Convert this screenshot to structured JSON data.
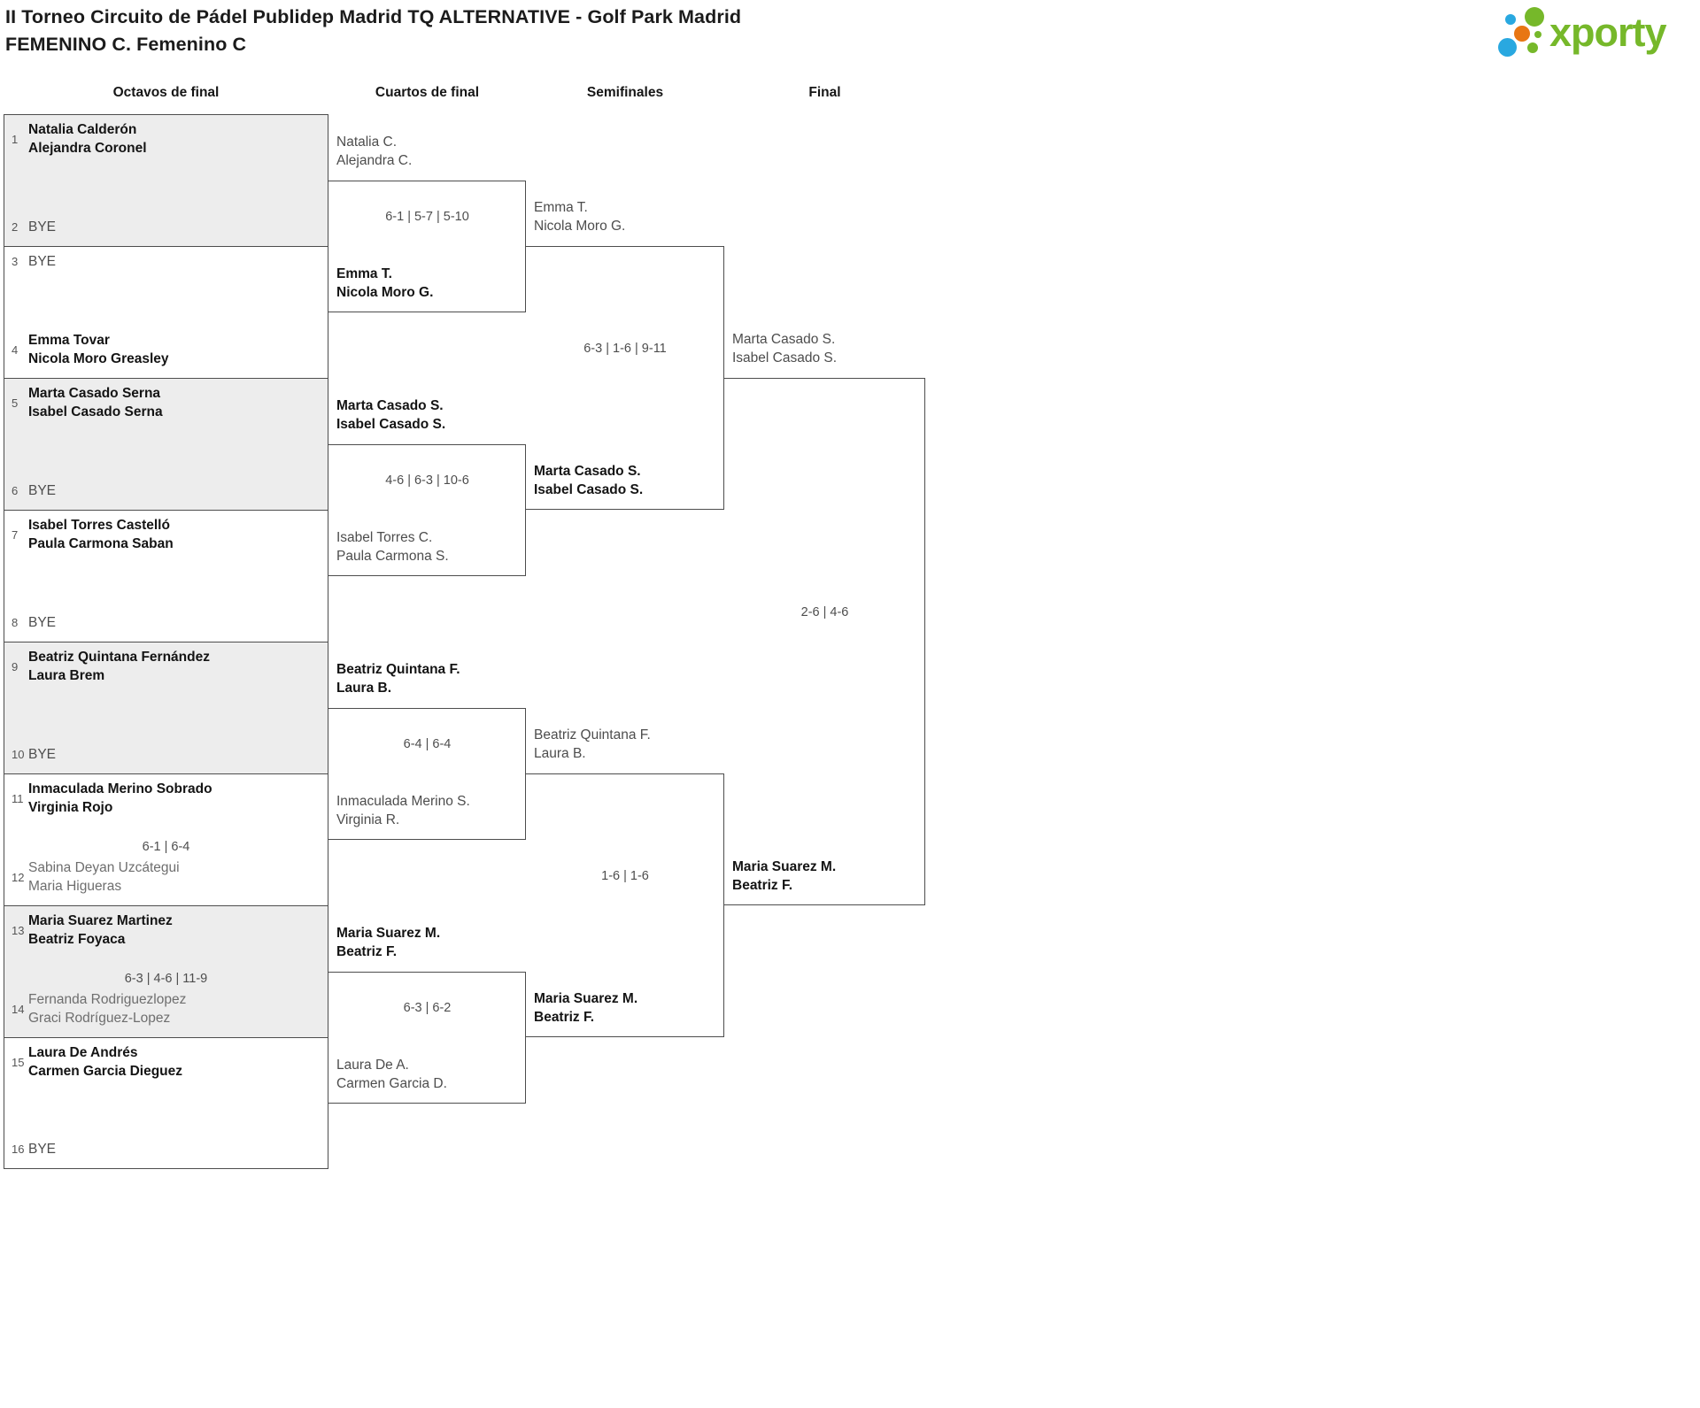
{
  "header": {
    "title_line1": "II Torneo Circuito de Pádel Publidep Madrid TQ ALTERNATIVE - Golf Park Madrid",
    "title_line2": "FEMENINO C. Femenino C",
    "logo_text": "xporty"
  },
  "round_headers": [
    "Octavos de final",
    "Cuartos de final",
    "Semifinales",
    "Final"
  ],
  "colors": {
    "logo_green": "#76b82a",
    "logo_blue": "#29a8e0",
    "logo_orange": "#e87613",
    "line": "#4d4d4d",
    "box_fill": "#ededed"
  },
  "bracket": {
    "round1": [
      {
        "top_seed": "1",
        "top_name": "Natalia Calderón\nAlejandra Coronel",
        "top_status": "winner",
        "bottom_seed": "2",
        "bottom_name": "BYE",
        "bottom_status": "bye",
        "score": ""
      },
      {
        "top_seed": "3",
        "top_name": "BYE",
        "top_status": "bye",
        "bottom_seed": "4",
        "bottom_name": "Emma Tovar\nNicola Moro Greasley",
        "bottom_status": "winner",
        "score": ""
      },
      {
        "top_seed": "5",
        "top_name": "Marta Casado Serna\nIsabel Casado Serna",
        "top_status": "winner",
        "bottom_seed": "6",
        "bottom_name": "BYE",
        "bottom_status": "bye",
        "score": ""
      },
      {
        "top_seed": "7",
        "top_name": "Isabel Torres Castelló\nPaula Carmona Saban",
        "top_status": "winner",
        "bottom_seed": "8",
        "bottom_name": "BYE",
        "bottom_status": "bye",
        "score": ""
      },
      {
        "top_seed": "9",
        "top_name": "Beatriz Quintana Fernández\nLaura Brem",
        "top_status": "winner",
        "bottom_seed": "10",
        "bottom_name": "BYE",
        "bottom_status": "bye",
        "score": ""
      },
      {
        "top_seed": "11",
        "top_name": "Inmaculada Merino Sobrado\nVirginia Rojo",
        "top_status": "winner",
        "bottom_seed": "12",
        "bottom_name": "Sabina Deyan Uzcátegui\nMaria Higueras",
        "bottom_status": "loser",
        "score": "6-1 | 6-4"
      },
      {
        "top_seed": "13",
        "top_name": "Maria Suarez Martinez\nBeatriz Foyaca",
        "top_status": "winner",
        "bottom_seed": "14",
        "bottom_name": "Fernanda Rodriguezlopez\nGraci Rodríguez-Lopez",
        "bottom_status": "loser",
        "score": "6-3 | 4-6 | 11-9"
      },
      {
        "top_seed": "15",
        "top_name": "Laura De Andrés\nCarmen Garcia Dieguez",
        "top_status": "winner",
        "bottom_seed": "16",
        "bottom_name": "BYE",
        "bottom_status": "bye",
        "score": ""
      }
    ],
    "quarterfinals": [
      {
        "top_name": "Natalia C.\nAlejandra C.",
        "top_status": "eliminated",
        "bottom_name": "Emma T.\nNicola Moro G.",
        "bottom_status": "winner",
        "score": "6-1 | 5-7 | 5-10"
      },
      {
        "top_name": "Marta Casado S.\nIsabel Casado S.",
        "top_status": "winner",
        "bottom_name": "Isabel Torres C.\nPaula Carmona S.",
        "bottom_status": "eliminated",
        "score": "4-6 | 6-3 | 10-6"
      },
      {
        "top_name": "Beatriz Quintana F.\nLaura B.",
        "top_status": "winner",
        "bottom_name": "Inmaculada Merino S.\nVirginia R.",
        "bottom_status": "eliminated",
        "score": "6-4 | 6-4"
      },
      {
        "top_name": "Maria Suarez M.\nBeatriz F.",
        "top_status": "winner",
        "bottom_name": "Laura De A.\nCarmen Garcia D.",
        "bottom_status": "eliminated",
        "score": "6-3 | 6-2"
      }
    ],
    "semifinals": [
      {
        "top_name": "Emma T.\nNicola Moro G.",
        "top_status": "eliminated",
        "bottom_name": "Marta Casado S.\nIsabel Casado S.",
        "bottom_status": "winner",
        "score": "6-3 | 1-6 | 9-11"
      },
      {
        "top_name": "Beatriz Quintana F.\nLaura B.",
        "top_status": "eliminated",
        "bottom_name": "Maria Suarez M.\nBeatriz F.",
        "bottom_status": "winner",
        "score": "1-6 | 1-6"
      }
    ],
    "final": [
      {
        "top_name": "Marta Casado S.\nIsabel Casado S.",
        "top_status": "eliminated",
        "bottom_name": "Maria Suarez M.\nBeatriz F.",
        "bottom_status": "winner",
        "score": "2-6 | 4-6"
      }
    ]
  }
}
